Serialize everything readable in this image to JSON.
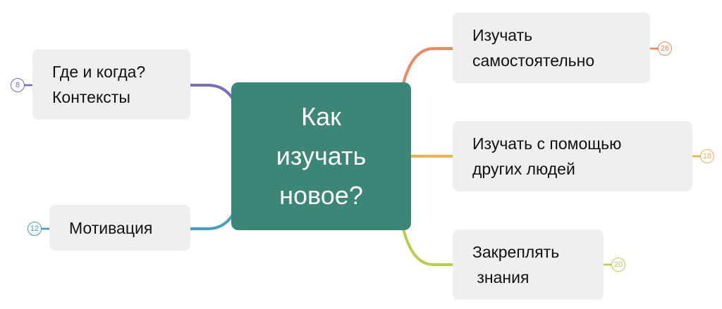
{
  "central": {
    "lines": [
      "Как",
      "изучать",
      "новое?"
    ],
    "color": "#3b8677"
  },
  "branches": [
    {
      "lines": [
        "Где и когда?",
        "Контексты"
      ],
      "count": "8",
      "color": "#7a6bbf"
    },
    {
      "lines": [
        "Мотивация"
      ],
      "count": "12",
      "color": "#3fa0c0"
    },
    {
      "lines": [
        "Изучать",
        "самостоятельно"
      ],
      "count": "26",
      "color": "#ec8760"
    },
    {
      "lines": [
        "Изучать с помощью",
        "других людей"
      ],
      "count": "18",
      "color": "#f3ae4e"
    },
    {
      "lines": [
        "Закреплять",
        " знания"
      ],
      "count": "20",
      "color": "#bccc4a"
    }
  ]
}
